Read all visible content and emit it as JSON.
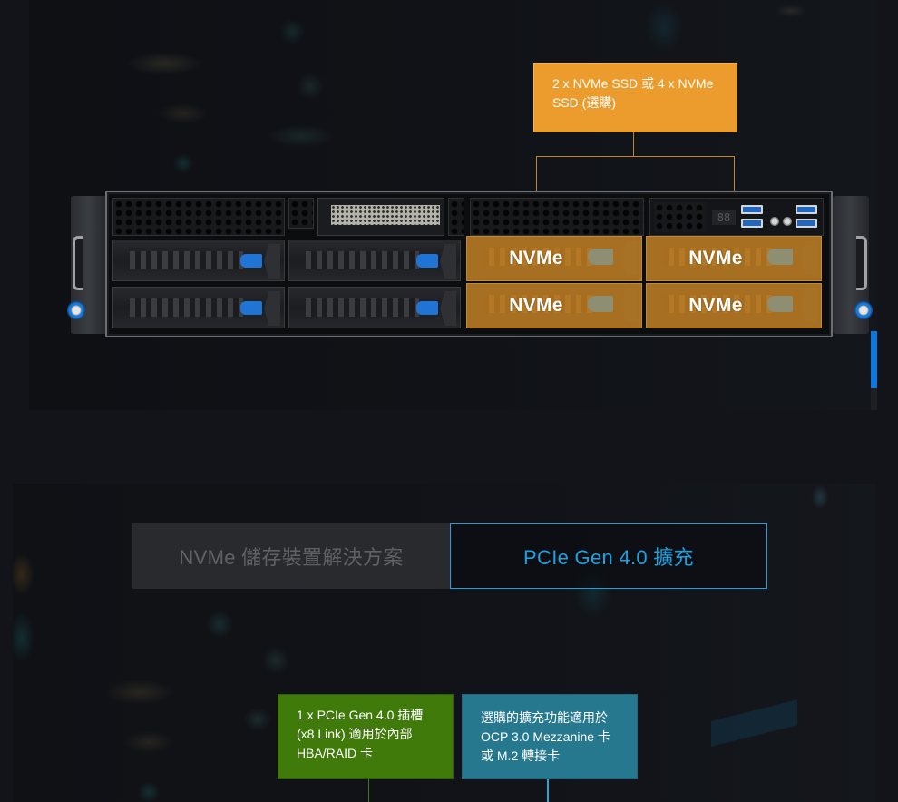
{
  "storage_section": {
    "callout": {
      "text": "2 x NVMe SSD 或 4 x NVMe SSD (選購)",
      "color": "#eb9c2d"
    },
    "server": {
      "nvme_bays": [
        {
          "label": "NVMe"
        },
        {
          "label": "NVMe"
        },
        {
          "label": "NVMe"
        },
        {
          "label": "NVMe"
        }
      ],
      "led_readout": "88",
      "drive_latch_color": "#1f74d6",
      "nvme_highlight_color": "#d28c28"
    }
  },
  "scrollbar": {
    "position_fraction": 0.0,
    "visible_fraction": 0.72,
    "color": "#0a78e0"
  },
  "tabs": [
    {
      "label": "NVMe 儲存裝置解決方案",
      "active": false
    },
    {
      "label": "PCIe Gen 4.0 擴充",
      "active": true,
      "accent": "#1aa3e0"
    }
  ],
  "pcie_section": {
    "callouts": [
      {
        "text": "1 x PCIe Gen 4.0 插槽 (x8 Link) 適用於內部 HBA/RAID 卡",
        "color": "#3f7a0b"
      },
      {
        "text": "選購的擴充功能適用於 OCP 3.0 Mezzanine 卡或 M.2 轉接卡",
        "color": "#26788e"
      }
    ]
  }
}
